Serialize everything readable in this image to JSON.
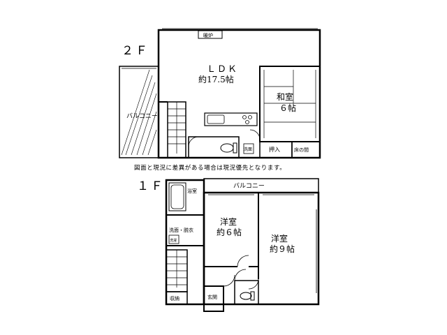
{
  "floor2": {
    "label": "２Ｆ",
    "ldk_title": "ＬＤＫ",
    "ldk_size": "約17.5帖",
    "danro": "暖炉",
    "washitsu_title": "和室",
    "washitsu_size": "６帖",
    "balcony": "バルコニー",
    "oshiire": "押入",
    "tokonoma": "床の間",
    "toilet_tag": "洗面"
  },
  "note": "図面と現況に差異がある場合は現況優先となります。",
  "floor1": {
    "label": "１Ｆ",
    "balcony": "バルコニー",
    "yoshitsu1_title": "洋室",
    "yoshitsu1_size": "約６帖",
    "yoshitsu2_title": "洋室",
    "yoshitsu2_size": "約９帖",
    "yokushitsu": "浴室",
    "senmen": "洗面・脱衣",
    "washer": "洗濯",
    "shuno": "収納",
    "genkan": "玄関"
  }
}
